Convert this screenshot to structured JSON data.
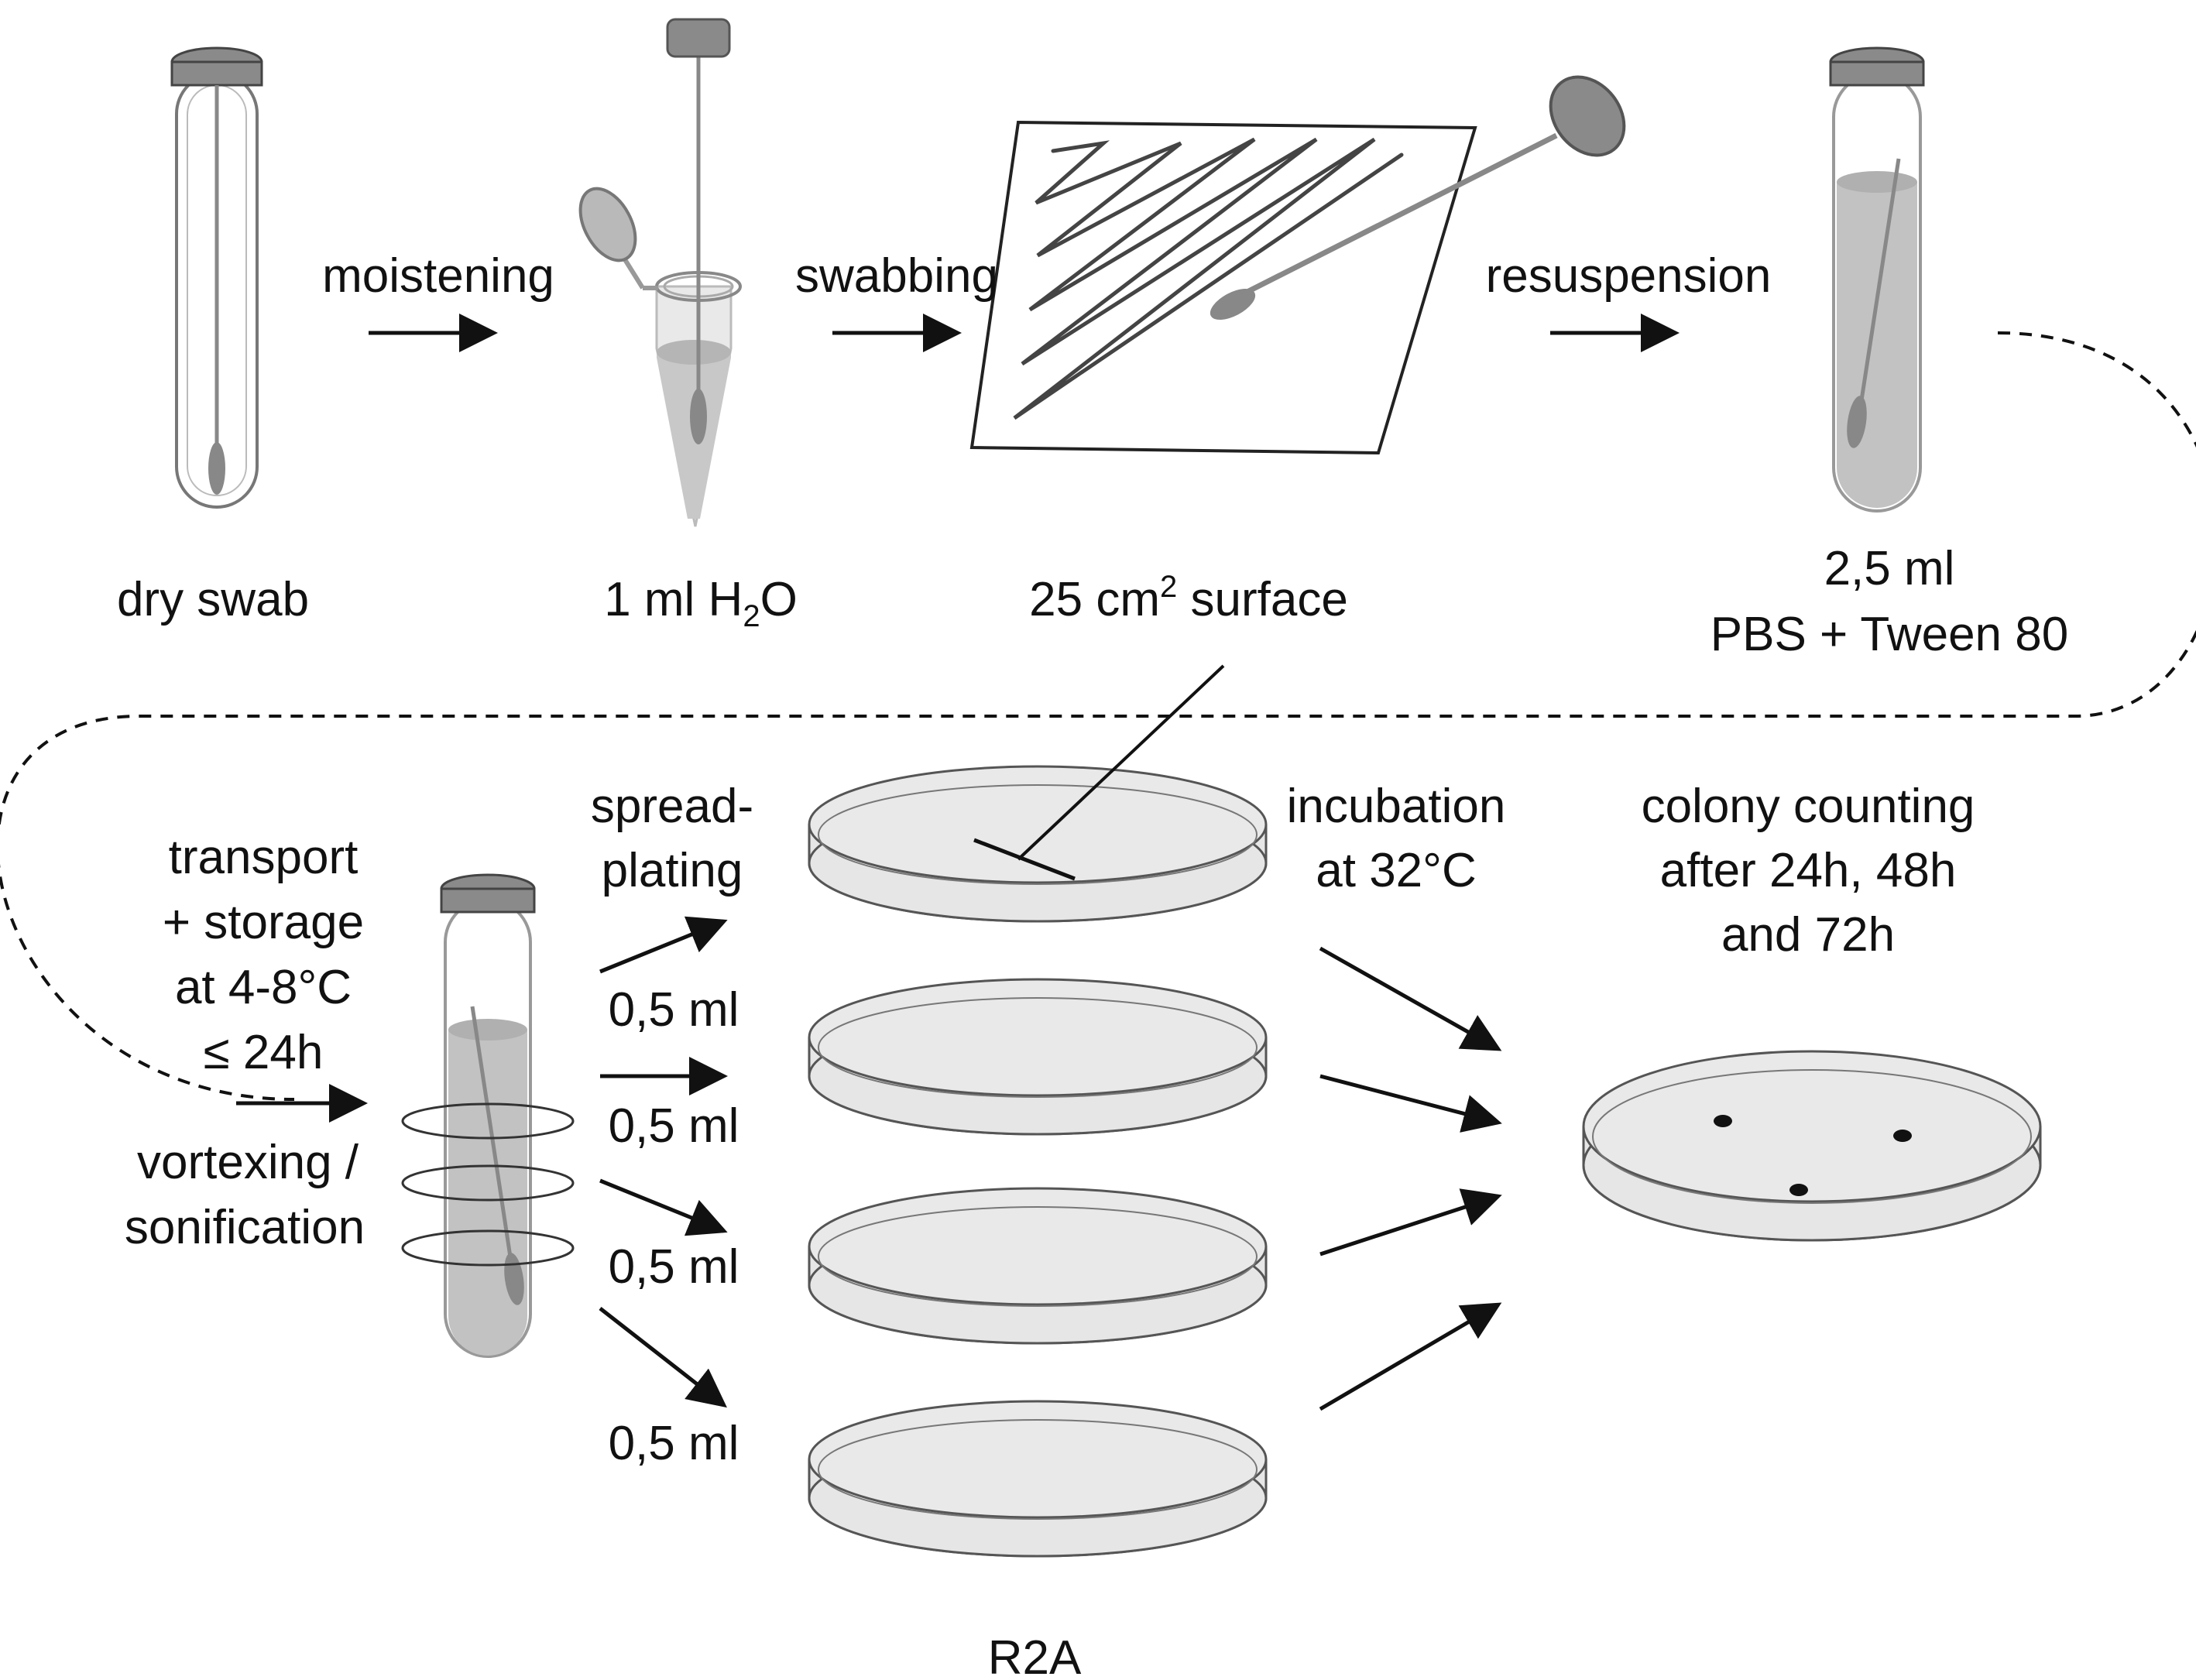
{
  "colors": {
    "liquid": "#bdbdbd",
    "cap": "#8a8a8a",
    "agar": "#e6e6e6",
    "outline": "#555555",
    "ink": "#111111"
  },
  "steps": {
    "moistening": "moistening",
    "swabbing": "swabbing",
    "resuspension": "resuspension",
    "spread_plating_1": "spread-",
    "spread_plating_2": "plating",
    "incubation_1": "incubation",
    "incubation_2": "at 32°C",
    "colony_1": "colony counting",
    "colony_2": "after 24h, 48h",
    "colony_3": "and 72h",
    "transport_1": "transport",
    "transport_2": "+ storage",
    "transport_3": "at 4-8°C",
    "transport_4": "≤ 24h",
    "vortex_1": "vortexing /",
    "vortex_2": "sonification"
  },
  "labels": {
    "dry_swab": "dry swab",
    "water_pre": "1 ml H",
    "water_sub": "2",
    "water_post": "O",
    "surface_pre": "25 cm",
    "surface_sup": "2",
    "surface_post": " surface",
    "buffer_1": "2,5 ml",
    "buffer_2": "PBS + Tween 80",
    "volume": "0,5 ml",
    "medium": "R2A"
  }
}
